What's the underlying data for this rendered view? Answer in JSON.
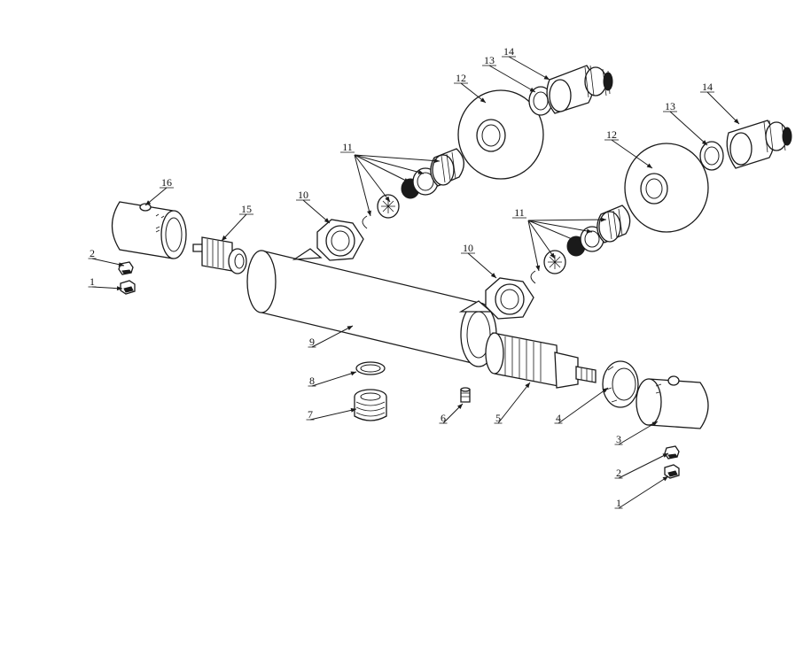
{
  "diagram": {
    "callouts": [
      {
        "id": "c1a",
        "label": "1"
      },
      {
        "id": "c2a",
        "label": "2"
      },
      {
        "id": "c16",
        "label": "16"
      },
      {
        "id": "c15",
        "label": "15"
      },
      {
        "id": "c10a",
        "label": "10"
      },
      {
        "id": "c11a",
        "label": "11"
      },
      {
        "id": "c12a",
        "label": "12"
      },
      {
        "id": "c13a",
        "label": "13"
      },
      {
        "id": "c14a",
        "label": "14"
      },
      {
        "id": "c12b",
        "label": "12"
      },
      {
        "id": "c13b",
        "label": "13"
      },
      {
        "id": "c14b",
        "label": "14"
      },
      {
        "id": "c11b",
        "label": "11"
      },
      {
        "id": "c10b",
        "label": "10"
      },
      {
        "id": "c9",
        "label": "9"
      },
      {
        "id": "c8",
        "label": "8"
      },
      {
        "id": "c7",
        "label": "7"
      },
      {
        "id": "c6",
        "label": "6"
      },
      {
        "id": "c5",
        "label": "5"
      },
      {
        "id": "c4",
        "label": "4"
      },
      {
        "id": "c3",
        "label": "3"
      },
      {
        "id": "c2b",
        "label": "2"
      },
      {
        "id": "c1b",
        "label": "1"
      }
    ]
  }
}
